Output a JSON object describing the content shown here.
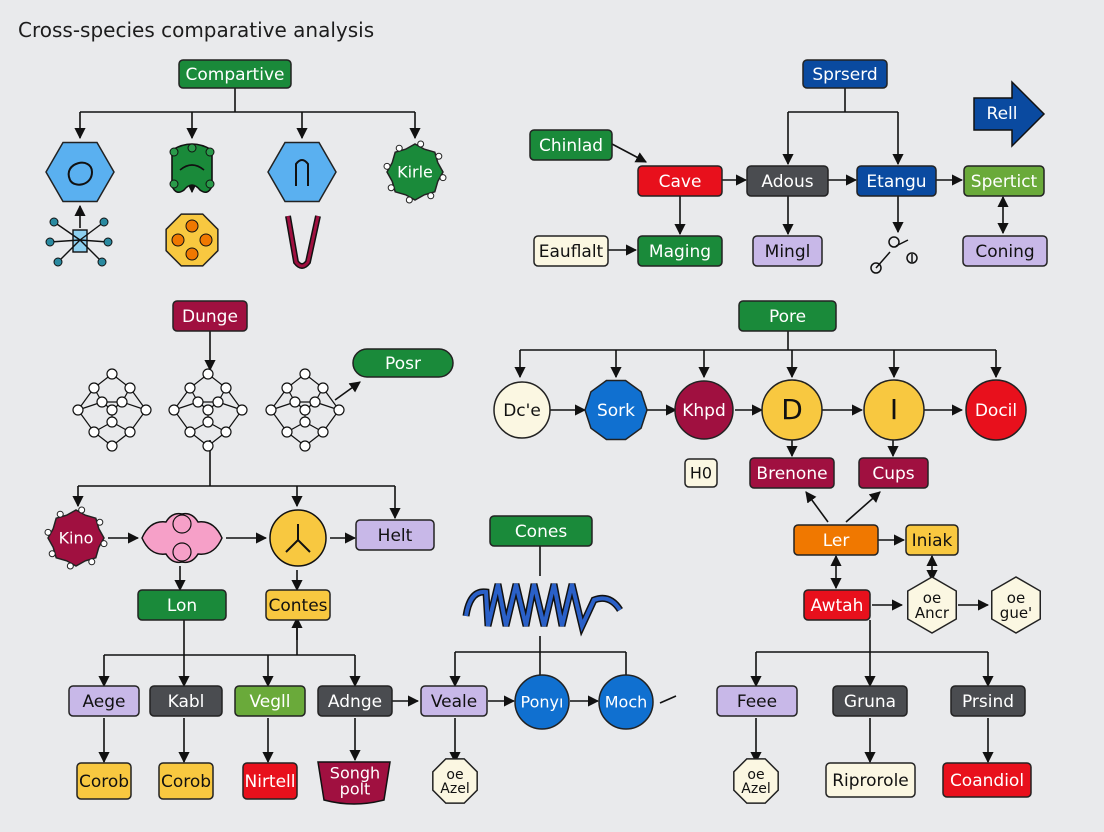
{
  "title": "Cross-species comparative analysis",
  "colors": {
    "green": "#1a8a3a",
    "blue": "#0a4aa0",
    "red": "#e8101c",
    "maroon": "#a01040",
    "gray": "#4a4c50",
    "purple": "#c8b8e8",
    "orange": "#f07800",
    "yellow": "#f8c840",
    "lime": "#6aaa3a",
    "cream": "#fbf7e2",
    "sky": "#5ab0f0",
    "bright-blue": "#1070d0"
  },
  "nodes": {
    "comparative": "Compartive",
    "kirle": "Kirle",
    "dunge": "Dunge",
    "posr": "Posr",
    "kino": "Kino",
    "helt": "Helt",
    "lon": "Lon",
    "contes": "Contes",
    "aege": "Aege",
    "kabl": "Kabl",
    "vegll": "Vegll",
    "adnge": "Adnge",
    "veale": "Veale",
    "ponyi": "Ponyı",
    "moch": "Moch",
    "corob1": "Corob",
    "corob2": "Corob",
    "nirtell": "Nirtell",
    "songh": "Songh\npolt",
    "oe1": "oe\nAzel",
    "cones": "Cones",
    "sprserd": "Sprserd",
    "rell": "Rell",
    "chinlad": "Chinlad",
    "cave": "Cave",
    "adous": "Adous",
    "etangu": "Etangu",
    "spertict": "Spertict",
    "eauflalt": "Eauflalt",
    "maging": "Maging",
    "mingl": "Mingl",
    "coning": "Coning",
    "pore": "Pore",
    "dce": "Dc'e",
    "sork": "Sork",
    "khpd": "Khpd",
    "d": "D",
    "i": "I",
    "docil": "Docil",
    "h0": "H0",
    "brenone": "Brenone",
    "cups": "Cups",
    "ler": "Ler",
    "iniak": "Iniak",
    "awtah": "Awtah",
    "oe-ancr": "oe\nAncr",
    "oe-gue": "oe\ngue'",
    "feee": "Feee",
    "gruna": "Gruna",
    "prsind": "Prsind",
    "oe2": "oe\nAzel",
    "riprorole": "Riprorole",
    "coandiol": "Coandiol"
  }
}
